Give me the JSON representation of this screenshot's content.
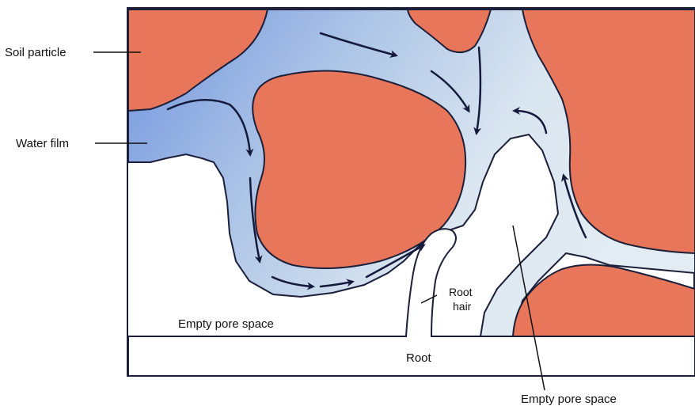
{
  "labels": {
    "soil_particle": "Soil particle",
    "water_film": "Water film",
    "empty_pore_left": "Empty pore space",
    "root_hair_line1": "Root",
    "root_hair_line2": "hair",
    "root": "Root",
    "empty_pore_bottom": "Empty pore space"
  },
  "colors": {
    "soil": "#e8765a",
    "water_light": "#d4e2ef",
    "water_dark": "#7f9fde",
    "outline": "#1b1f3a",
    "arrow": "#151a3d"
  }
}
